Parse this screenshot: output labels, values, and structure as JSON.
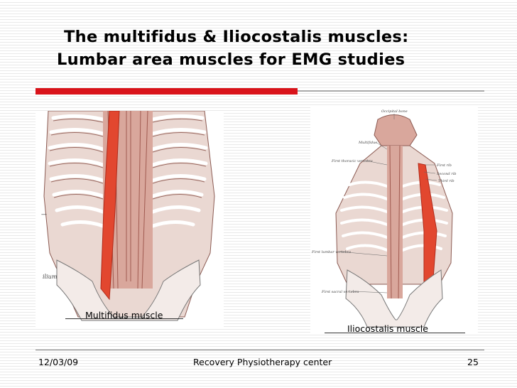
{
  "slide": {
    "title_line1": "The multifidus & Iliocostalis muscles:",
    "title_line2": "Lumbar area muscles for EMG studies",
    "accent_color": "#d9131a"
  },
  "figures": {
    "left": {
      "caption": "Multifidus muscle",
      "labels": {
        "side": "ilium"
      }
    },
    "right": {
      "caption": "Iliocostalis muscle",
      "labels": {
        "top": "Occipital bone",
        "multifidus": "Multifidus",
        "first_thoracic": "First thoracic vertebra",
        "first_rib": "First rib",
        "second_rib": "Second rib",
        "third_rib": "Third rib",
        "first_lumbar": "First lumbar vertebra",
        "first_sacral": "First sacral vertebra"
      }
    }
  },
  "footer": {
    "date": "12/03/09",
    "center": "Recovery Physiotherapy center",
    "page": "25"
  }
}
